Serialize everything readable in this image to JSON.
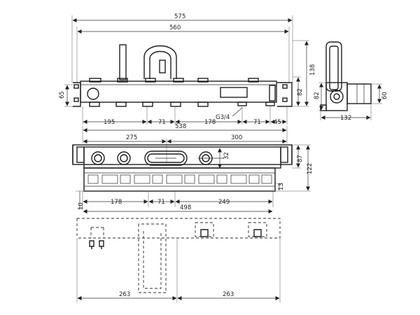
{
  "views": {
    "top": {
      "dims": {
        "d575": "575",
        "d560": "560",
        "d138": "138",
        "d65": "65",
        "d82": "82",
        "d195": "195",
        "d71a": "71",
        "d178": "178",
        "d71b": "71",
        "d45": "45",
        "thread": "G3/4"
      }
    },
    "side": {
      "dims": {
        "d82": "82",
        "d60": "60",
        "d132": "132"
      }
    },
    "middle": {
      "dims": {
        "d538": "538",
        "d275": "275",
        "d300": "300",
        "d32": "32",
        "d87": "87",
        "d122": "122",
        "d13": "13",
        "d10": "10",
        "d178": "178",
        "d71": "71",
        "d249": "249",
        "d498": "498"
      }
    },
    "bottom": {
      "dims": {
        "d263a": "263",
        "d263b": "263"
      }
    }
  }
}
